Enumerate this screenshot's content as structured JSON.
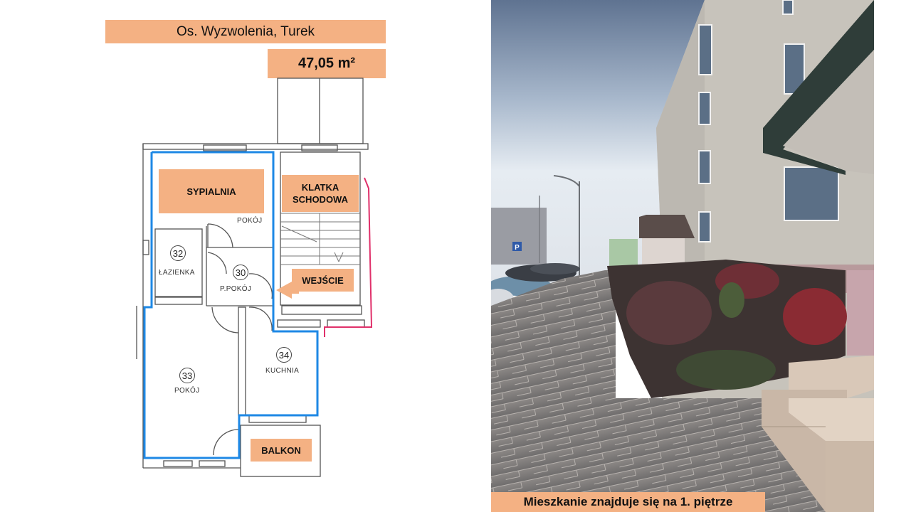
{
  "header": {
    "location_title": "Os. Wyzwolenia, Turek",
    "area": "47,05 m²"
  },
  "floor_plan": {
    "labels": {
      "bedroom": "SYPIALNIA",
      "staircase_line1": "KLATKA",
      "staircase_line2": "SCHODOWA",
      "entrance": "WEJŚCIE",
      "balcony": "BALKON"
    },
    "rooms": [
      {
        "number": "32",
        "name": "ŁAZIENKA"
      },
      {
        "number": "30",
        "name": "P.POKÓJ"
      },
      {
        "number": "33",
        "name": "POKÓJ"
      },
      {
        "number": "34",
        "name": "KUCHNIA"
      }
    ],
    "bedroom_plan_label": "POKÓJ",
    "colors": {
      "highlight_outline": "#1e88e5",
      "label_fill": "#f4b183",
      "stair_boundary": "#e0306a"
    }
  },
  "photo": {
    "caption": "Mieszkanie znajduje się na 1. piętrze",
    "parking_sign": "P"
  }
}
